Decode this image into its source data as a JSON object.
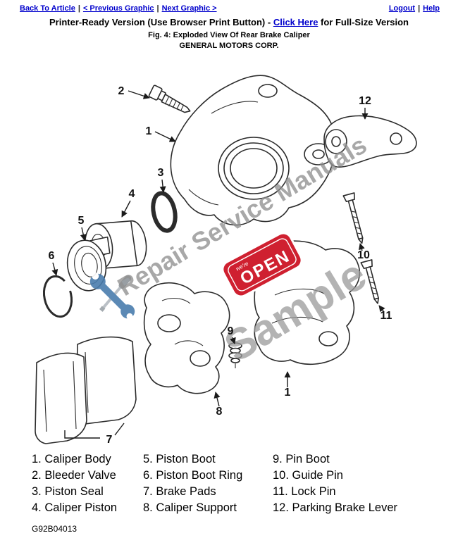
{
  "colors": {
    "link": "#0000cc",
    "open_sign_red": "#cf2030",
    "watermark_gray": "#909090",
    "wrench_blue": "#4a7dad"
  },
  "nav": {
    "back_to_article": "Back To Article",
    "previous_graphic": "< Previous Graphic",
    "next_graphic": "Next Graphic >",
    "logout": "Logout",
    "help": "Help",
    "separator": "|"
  },
  "header": {
    "title_prefix": "Printer-Ready Version (Use Browser Print Button) - ",
    "full_size_link": "Click Here",
    "title_suffix": " for Full-Size Version",
    "figure_caption": "Fig. 4: Exploded View Of Rear Brake Caliper",
    "manufacturer": "GENERAL MOTORS CORP."
  },
  "diagram": {
    "callouts": [
      "2",
      "1",
      "12",
      "3",
      "4",
      "5",
      "6",
      "7",
      "8",
      "9",
      "10",
      "11",
      "1"
    ],
    "watermark_line1": "Repair Service Manuals",
    "watermark_line2": "Sample",
    "open_sign_text": "OPEN",
    "open_sign_small": "we're"
  },
  "legend": {
    "columns": [
      {
        "items": [
          "1. Caliper Body",
          "2. Bleeder Valve",
          "3. Piston Seal",
          "4. Caliper Piston"
        ]
      },
      {
        "items": [
          "5. Piston Boot",
          "6. Piston Boot Ring",
          "7. Brake Pads",
          "8. Caliper Support"
        ]
      },
      {
        "items": [
          "9. Pin Boot",
          "10. Guide Pin",
          "11. Lock Pin",
          "12. Parking Brake Lever"
        ]
      }
    ]
  },
  "footer": {
    "figure_id": "G92B04013"
  }
}
